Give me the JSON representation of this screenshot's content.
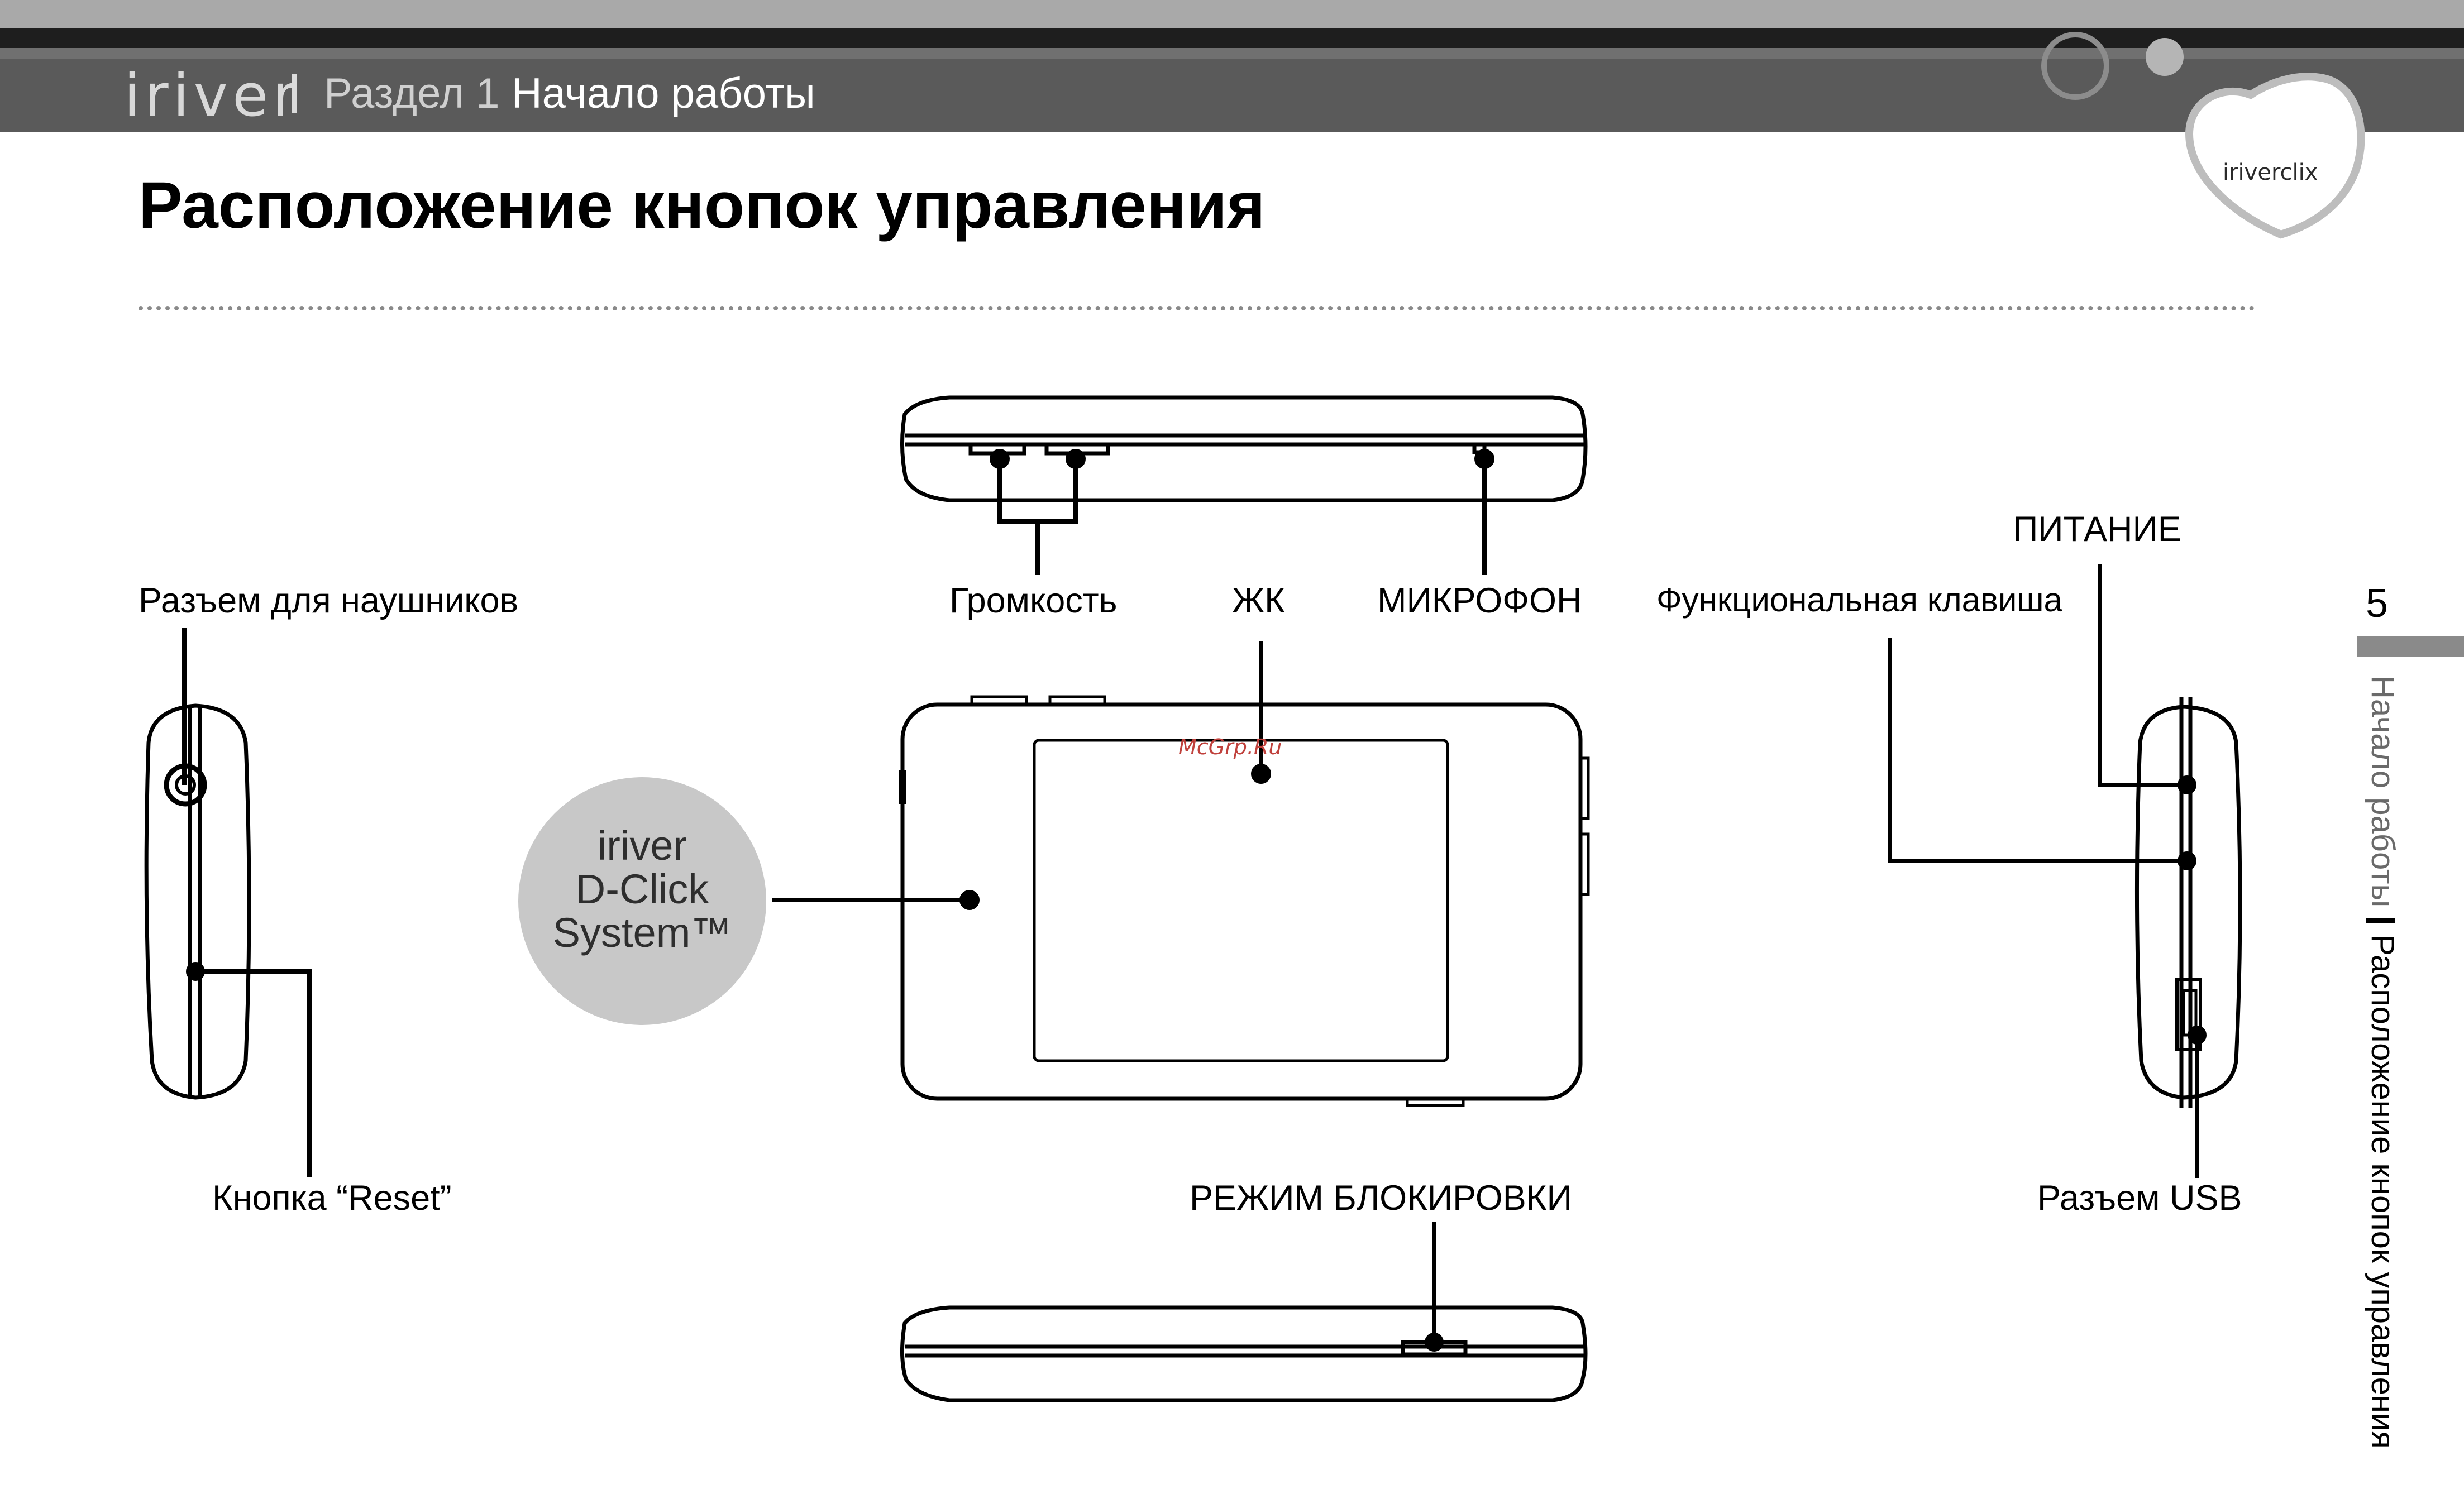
{
  "header": {
    "brand": "iriver",
    "section_label": "Раздел 1",
    "section_title": "Начало работы",
    "logo_text": "iriverclix"
  },
  "page_title": "Расположение кнопок управления",
  "labels": {
    "headphone_jack": "Разъем для наушников",
    "volume": "Громкость",
    "lcd": "ЖК",
    "microphone": "МИКРОФОН",
    "power": "ПИТАНИЕ",
    "function_key": "Функциональная клавиша",
    "reset_button": "Кнопка “Reset”",
    "lock_mode": "РЕЖИМ БЛОКИРОВКИ",
    "usb_port": "Разъем USB"
  },
  "badge": {
    "line1": "iriver",
    "line2": "D-Click",
    "line3": "System™"
  },
  "watermark": "McGrp.Ru",
  "sidebar": {
    "page_number": "5",
    "section": "Начало работы",
    "topic": "Расположение кнопок управления"
  }
}
